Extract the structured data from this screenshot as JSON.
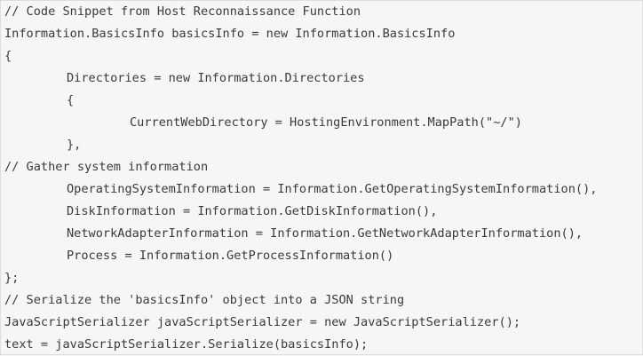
{
  "code": {
    "lines": [
      "// Code Snippet from Host Reconnaissance Function",
      "Information.BasicsInfo basicsInfo = new Information.BasicsInfo",
      "{",
      "Directories = new Information.Directories",
      "{",
      "CurrentWebDirectory = HostingEnvironment.MapPath(\"~/\")",
      "},",
      "// Gather system information",
      "OperatingSystemInformation = Information.GetOperatingSystemInformation(),",
      "DiskInformation = Information.GetDiskInformation(),",
      "NetworkAdapterInformation = Information.GetNetworkAdapterInformation(),",
      "Process = Information.GetProcessInformation()",
      "};",
      "// Serialize the 'basicsInfo' object into a JSON string",
      "JavaScriptSerializer javaScriptSerializer = new JavaScriptSerializer();",
      "text = javaScriptSerializer.Serialize(basicsInfo);"
    ]
  }
}
